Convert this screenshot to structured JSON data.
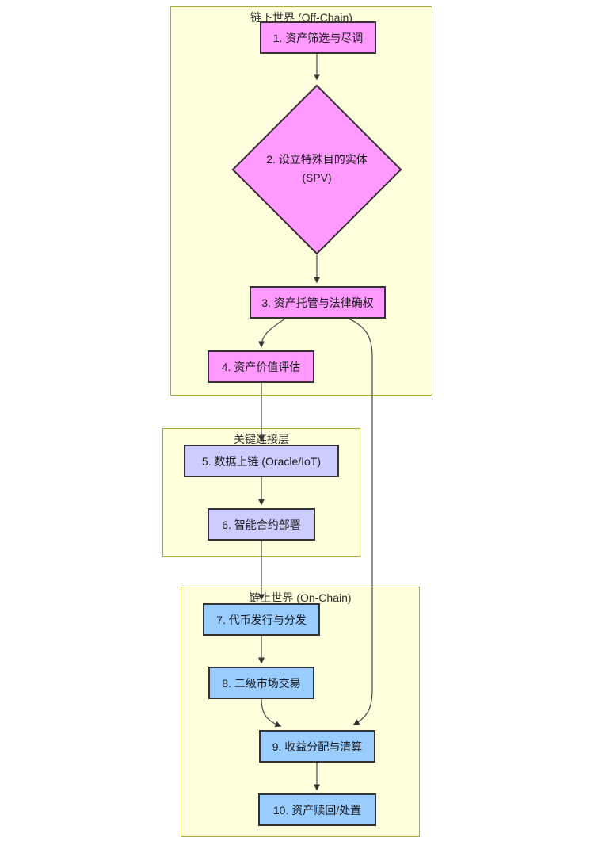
{
  "diagram_type": "flowchart",
  "groups": {
    "offchain": {
      "title": "链下世界 (Off-Chain)"
    },
    "bridge": {
      "title": "关键连接层"
    },
    "onchain": {
      "title": "链上世界 (On-Chain)"
    }
  },
  "nodes": {
    "n1": {
      "label": "1. 资产筛选与尽调",
      "shape": "rect",
      "group": "offchain"
    },
    "n2": {
      "line1": "2. 设立特殊目的实体",
      "line2": "(SPV)",
      "shape": "diamond",
      "group": "offchain"
    },
    "n3": {
      "label": "3. 资产托管与法律确权",
      "shape": "rect",
      "group": "offchain"
    },
    "n4": {
      "label": "4. 资产价值评估",
      "shape": "rect",
      "group": "offchain"
    },
    "n5": {
      "label": "5. 数据上链 (Oracle/IoT)",
      "shape": "rect",
      "group": "bridge"
    },
    "n6": {
      "label": "6. 智能合约部署",
      "shape": "rect",
      "group": "bridge"
    },
    "n7": {
      "label": "7. 代币发行与分发",
      "shape": "rect",
      "group": "onchain"
    },
    "n8": {
      "label": "8. 二级市场交易",
      "shape": "rect",
      "group": "onchain"
    },
    "n9": {
      "label": "9. 收益分配与清算",
      "shape": "rect",
      "group": "onchain"
    },
    "n10": {
      "label": "10. 资产赎回/处置",
      "shape": "rect",
      "group": "onchain"
    }
  },
  "edges": [
    {
      "from": "n1",
      "to": "n2"
    },
    {
      "from": "n2",
      "to": "n3"
    },
    {
      "from": "n3",
      "to": "n4"
    },
    {
      "from": "n3",
      "to": "n9"
    },
    {
      "from": "n4",
      "to": "n5"
    },
    {
      "from": "n5",
      "to": "n6"
    },
    {
      "from": "n6",
      "to": "n7"
    },
    {
      "from": "n7",
      "to": "n8"
    },
    {
      "from": "n8",
      "to": "n9"
    },
    {
      "from": "n9",
      "to": "n10"
    }
  ],
  "colors": {
    "offchain_node_fill": "#ff99ff",
    "bridge_node_fill": "#ccccff",
    "onchain_node_fill": "#99ccff",
    "group_fill": "#ffffde",
    "group_border": "#aaaa33",
    "node_border": "#333333",
    "edge": "#555555"
  }
}
